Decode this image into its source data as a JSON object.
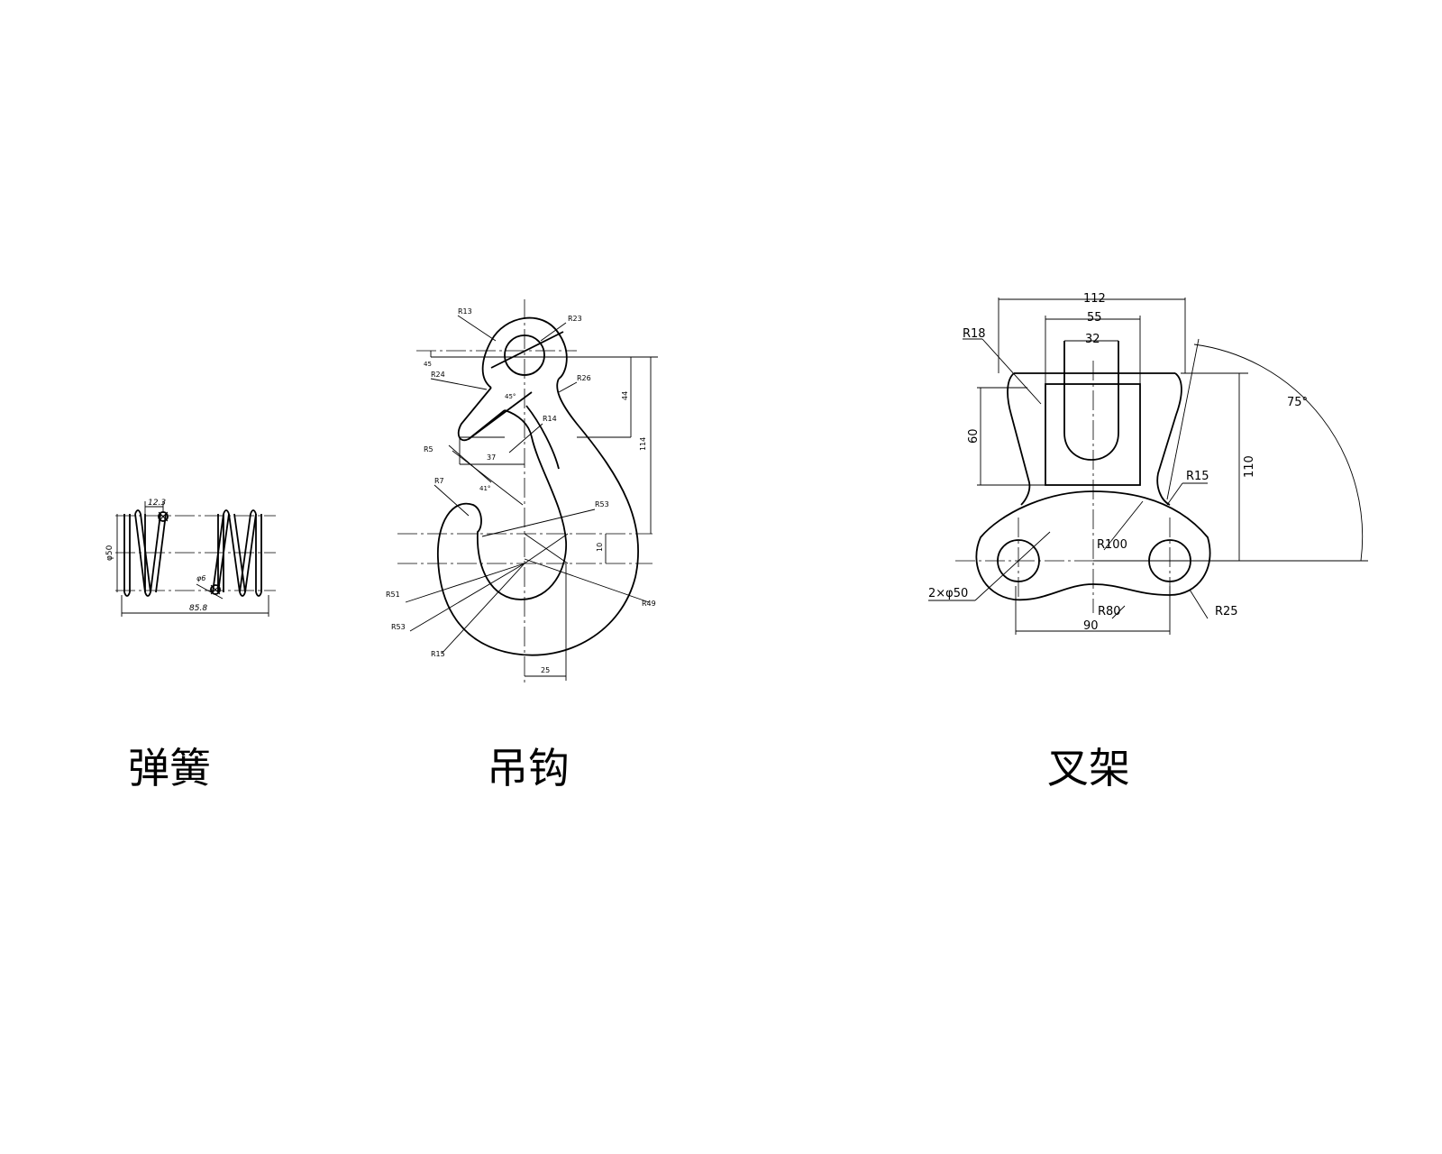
{
  "stroke_color": "#000000",
  "background_color": "#ffffff",
  "drawings": {
    "spring": {
      "title": "弹簧",
      "dims": {
        "pitch": "12.3",
        "diameter": "φ50",
        "wire": "φ6",
        "length": "85.8"
      }
    },
    "hook": {
      "title": "吊钩",
      "dims": {
        "r_top_left": "R13",
        "r_top_right": "R23",
        "r24": "R24",
        "r26": "R26",
        "r14": "R14",
        "r5": "R5",
        "r7": "R7",
        "r53_upper": "R53",
        "r51": "R51",
        "r53_lower": "R53",
        "r15": "R15",
        "r49": "R49",
        "ang45": "45°",
        "ang41": "41°",
        "d37": "37",
        "d25": "25",
        "d44": "44",
        "d114": "114",
        "d10": "10",
        "d45": "45"
      }
    },
    "fork": {
      "title": "叉架",
      "dims": {
        "d112": "112",
        "d55": "55",
        "d32": "32",
        "d60": "60",
        "d110": "110",
        "d90": "90",
        "r18": "R18",
        "r15": "R15",
        "r100": "R100",
        "r80": "R80",
        "r25": "R25",
        "holes": "2×φ50",
        "angle": "75°"
      }
    }
  }
}
